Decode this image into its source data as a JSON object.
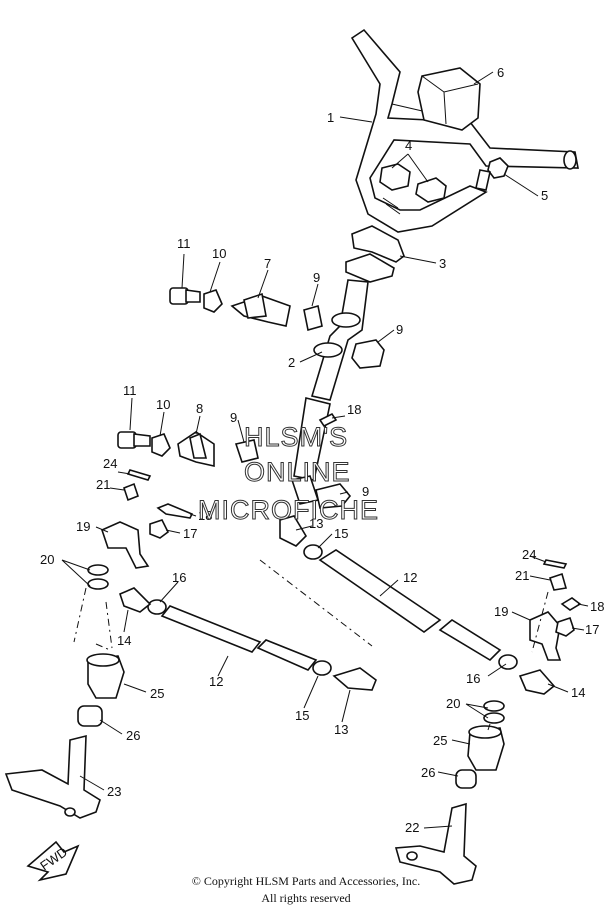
{
  "watermark": {
    "line1": "HLSM'S",
    "line2": "ONLINE",
    "line3": "MICROFICHE"
  },
  "copyright": {
    "line1": "© Copyright HLSM Parts and Accessories, Inc.",
    "line2": "All rights reserved"
  },
  "direction_badge": "FWD",
  "callouts": [
    "1",
    "2",
    "3",
    "4",
    "5",
    "6",
    "7",
    "8",
    "9",
    "10",
    "11",
    "12",
    "13",
    "14",
    "15",
    "16",
    "17",
    "18",
    "19",
    "20",
    "21",
    "22",
    "23",
    "24",
    "25",
    "26"
  ]
}
